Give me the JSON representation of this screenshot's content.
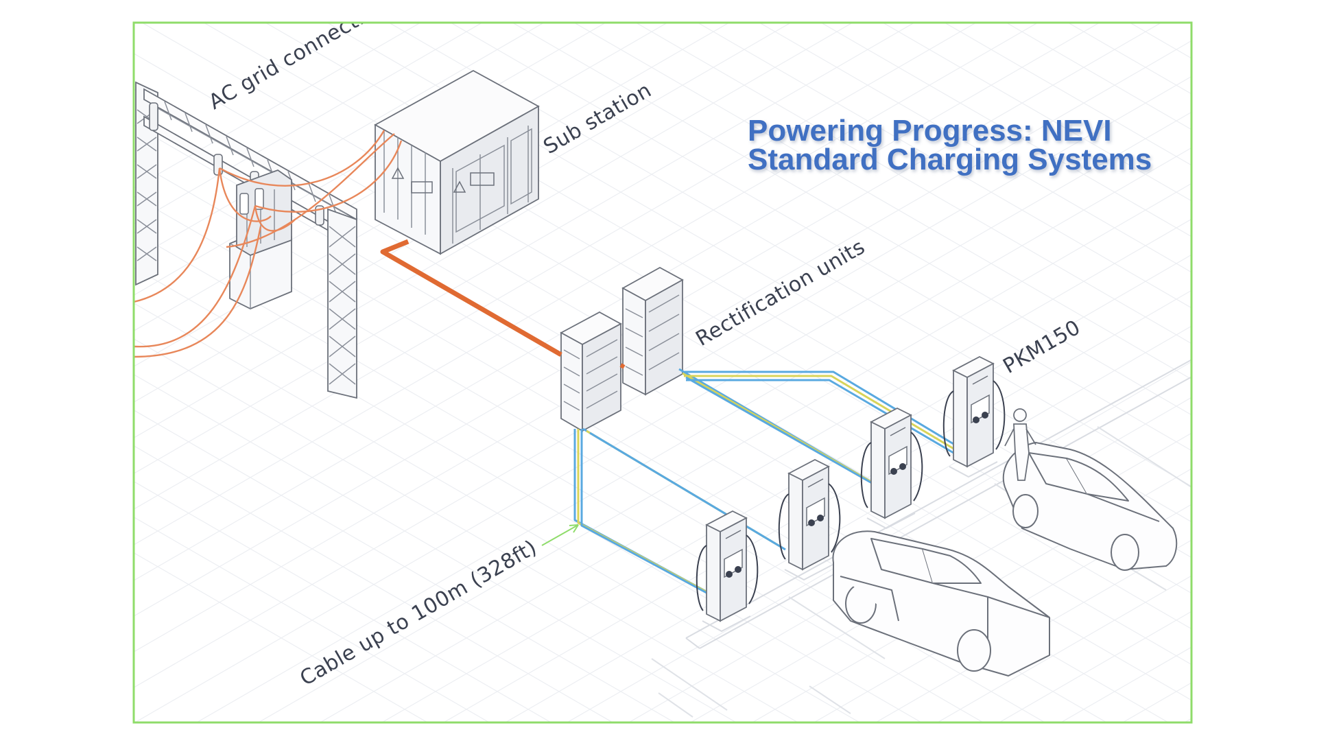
{
  "title": {
    "line1": "Powering Progress: NEVI",
    "line2": "Standard Charging Systems"
  },
  "labels": {
    "ac_grid": "AC grid connection",
    "substation": "Sub station",
    "rectification": "Rectification units",
    "charger_model": "PKM150",
    "cable": "Cable up to 100m (328ft)"
  },
  "colors": {
    "frame": "#8fdc6a",
    "title": "#3f6fc2",
    "ac_cable": "#e8875a",
    "main_feed": "#e06a32",
    "dc_cable_blue": "#59a9e0",
    "dc_cable_yellow": "#d8d45a",
    "line_art": "#6b707a"
  }
}
